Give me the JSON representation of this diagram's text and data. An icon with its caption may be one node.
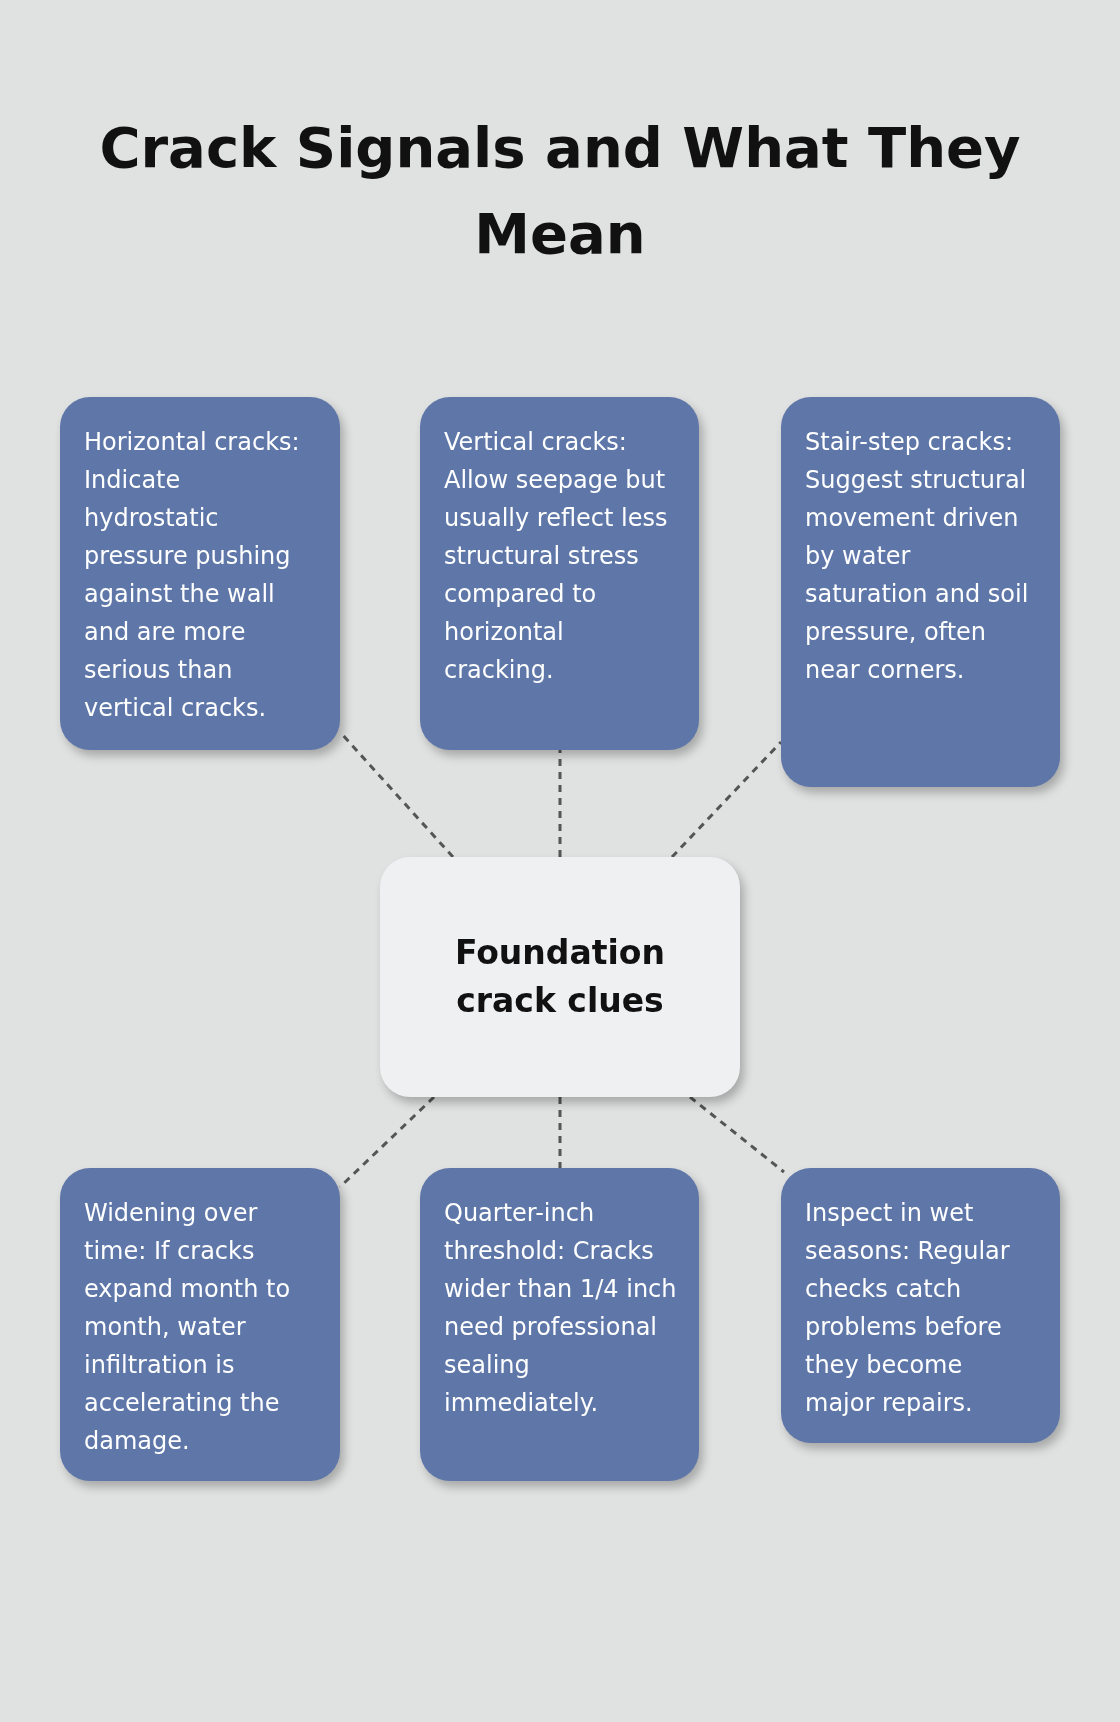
{
  "diagram": {
    "title": "Crack Signals and What They Mean",
    "nodes": [
      {
        "text": [
          "Horizontal cracks: Indicate hydrostatic pressure pushing against the wall and are more serious than vertical cracks."
        ]
      },
      {
        "text": [
          "Vertical cracks: Allow seepage but usually reflect less structural stress compared to horizontal cracking."
        ]
      },
      {
        "text": [
          "Stair-step cracks: Suggest structural movement driven by water saturation and soil pressure, often near corners."
        ]
      },
      {
        "text": [
          "Foundation crack clues"
        ]
      },
      {
        "text": [
          "Widening over time: If cracks expand month to month, water infiltration is accelerating the damage."
        ]
      },
      {
        "text": [
          "Quarter-inch threshold: Cracks wider than 1/4 inch need professional sealing immediately."
        ]
      },
      {
        "text": [
          "Inspect in wet seasons: Regular checks catch problems before they become major repairs."
        ]
      }
    ],
    "edges": [
      {
        "from": 3,
        "to": 0,
        "arrow": "none",
        "style": "dashed"
      },
      {
        "from": 3,
        "to": 1,
        "arrow": "none",
        "style": "dashed"
      },
      {
        "from": 3,
        "to": 2,
        "arrow": "none",
        "style": "dashed"
      },
      {
        "from": 3,
        "to": 4,
        "arrow": "none",
        "style": "dashed"
      },
      {
        "from": 3,
        "to": 5,
        "arrow": "none",
        "style": "dashed"
      },
      {
        "from": 3,
        "to": 6,
        "arrow": "none",
        "style": "dashed"
      }
    ]
  }
}
